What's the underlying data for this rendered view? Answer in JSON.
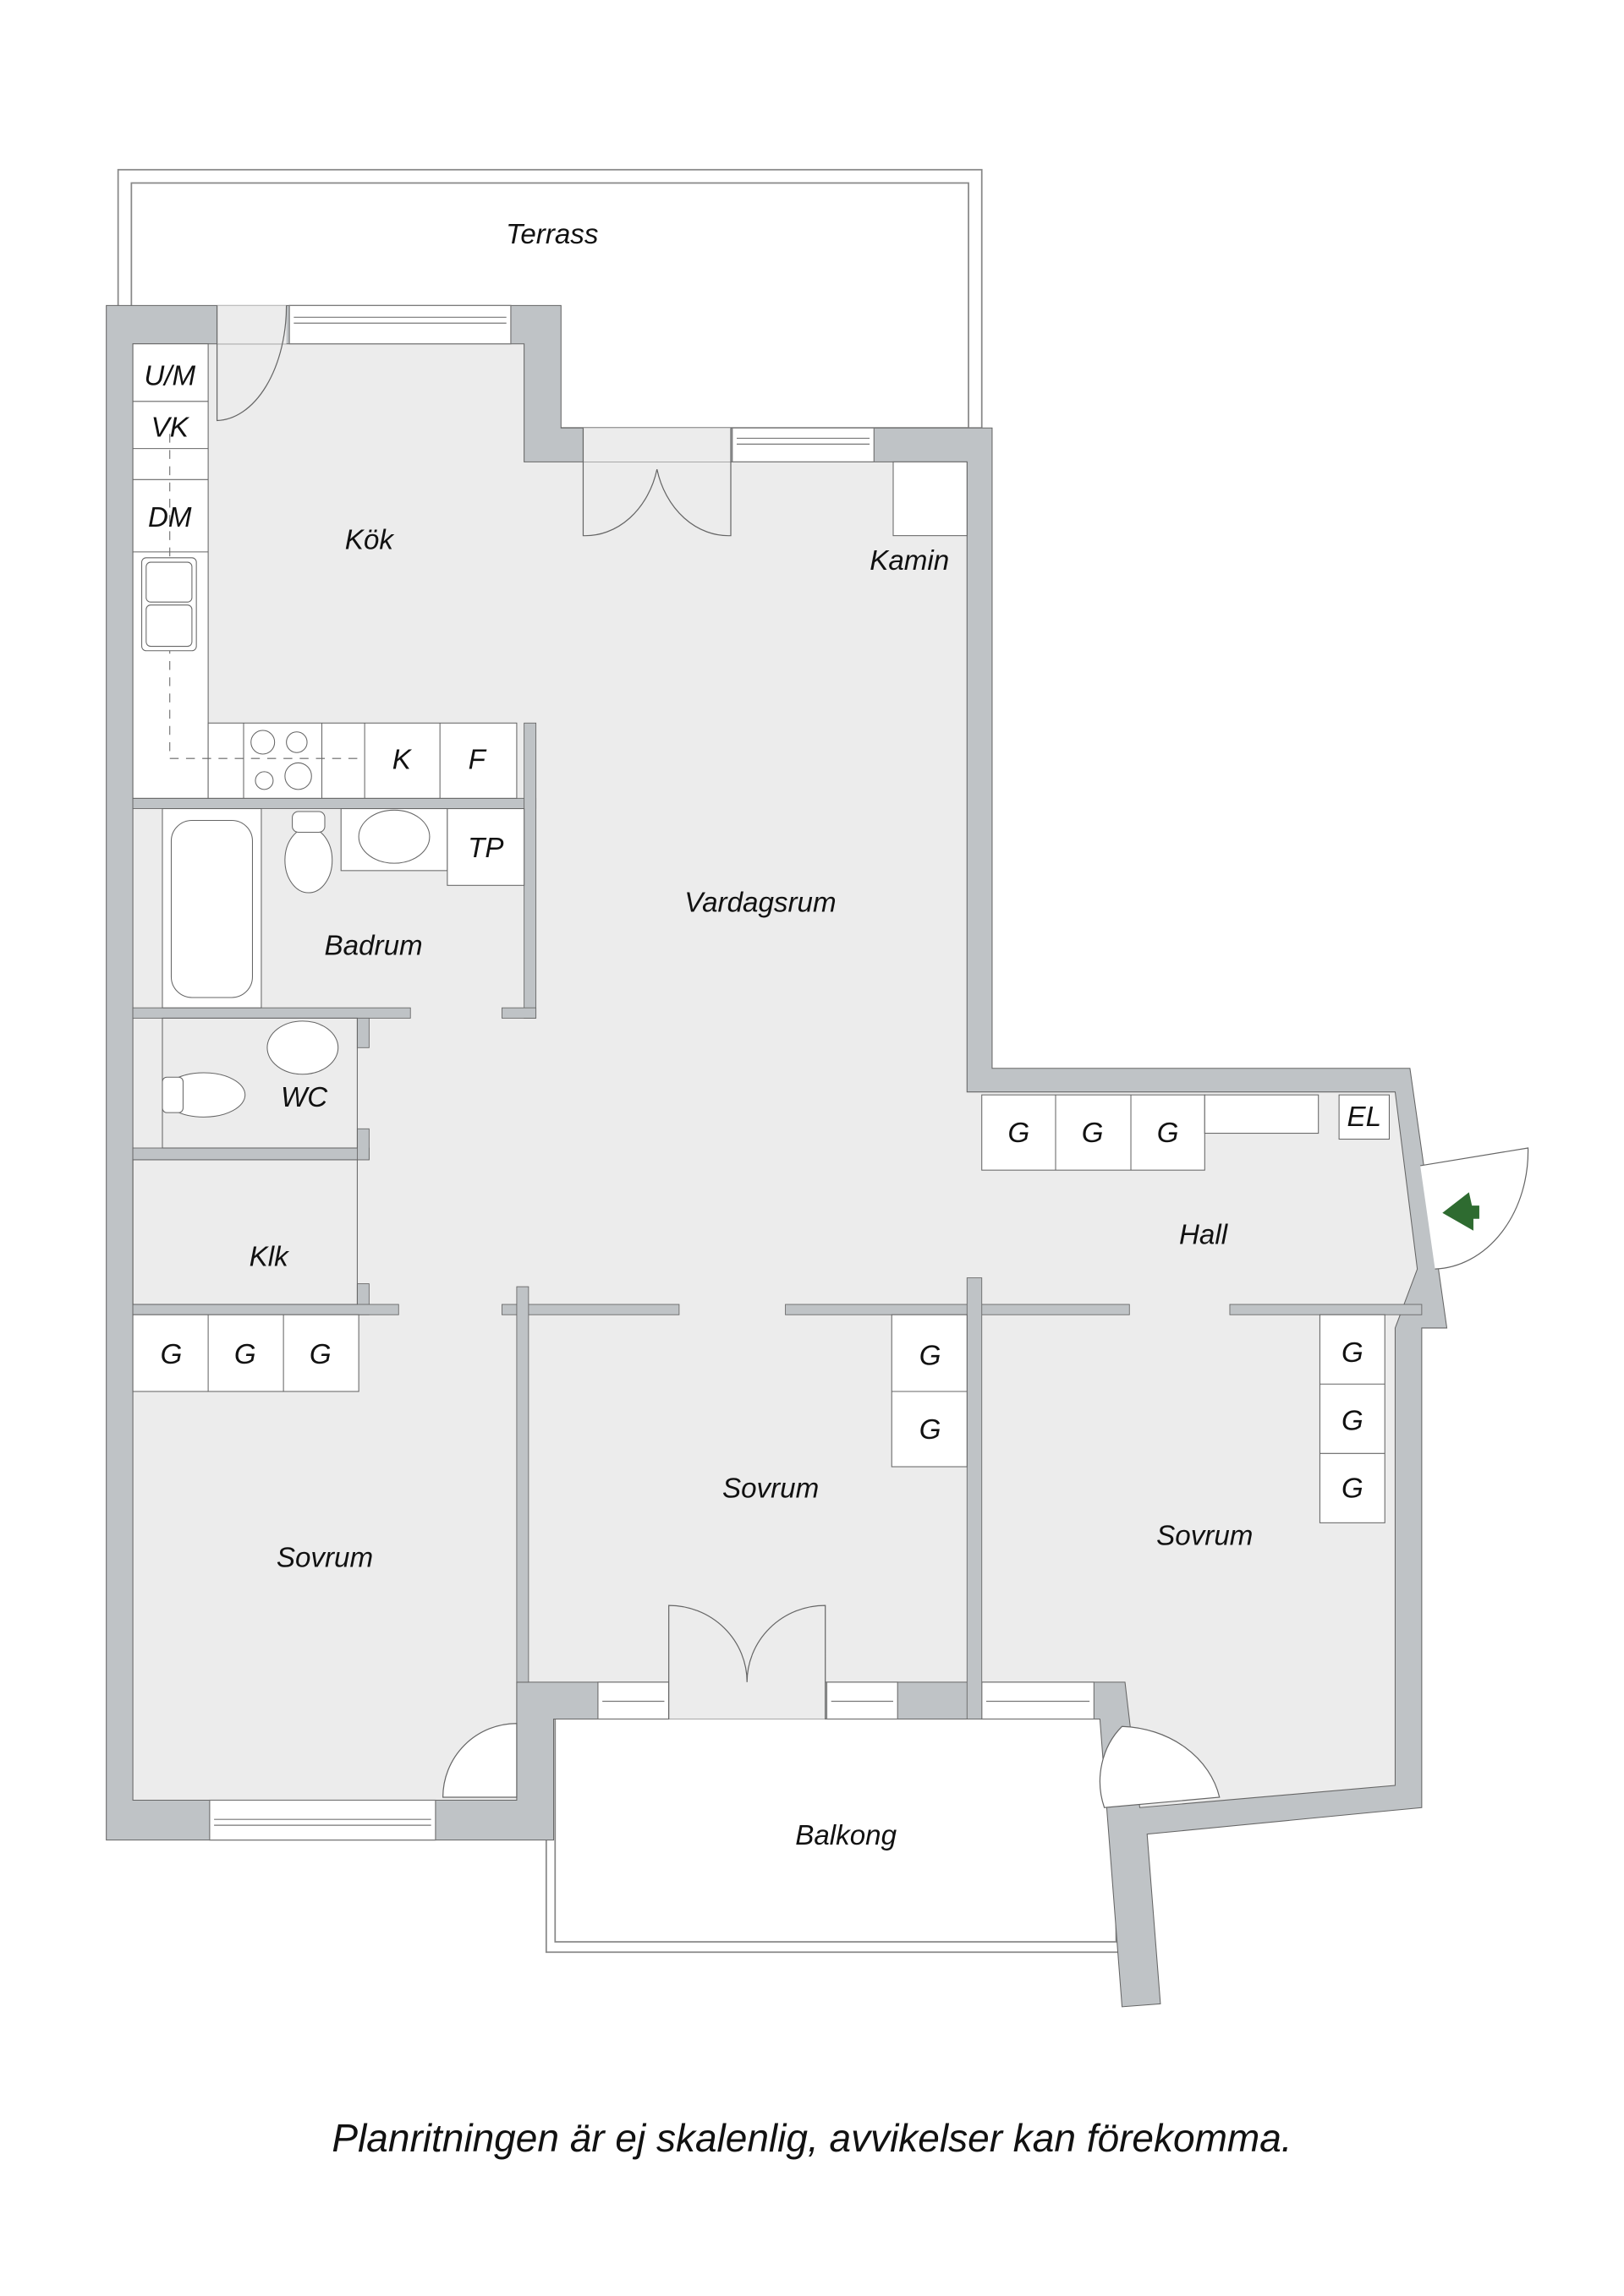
{
  "rooms": {
    "terrass": "Terrass",
    "kok": "Kök",
    "kamin": "Kamin",
    "vardagsrum": "Vardagsrum",
    "badrum": "Badrum",
    "wc": "WC",
    "klk": "Klk",
    "hall": "Hall",
    "sovrum_left": "Sovrum",
    "sovrum_middle": "Sovrum",
    "sovrum_right": "Sovrum",
    "balkong": "Balkong"
  },
  "fixtures": {
    "um": "U/M",
    "vk": "VK",
    "dm": "DM",
    "k": "K",
    "f": "F",
    "tp": "TP",
    "el": "EL",
    "g": "G"
  },
  "colors": {
    "wall": "#bfc3c6",
    "floor": "#ececec",
    "entrance_arrow": "#2e6b30"
  },
  "disclaimer": "Planritningen är ej skalenlig, avvikelser kan förekomma."
}
